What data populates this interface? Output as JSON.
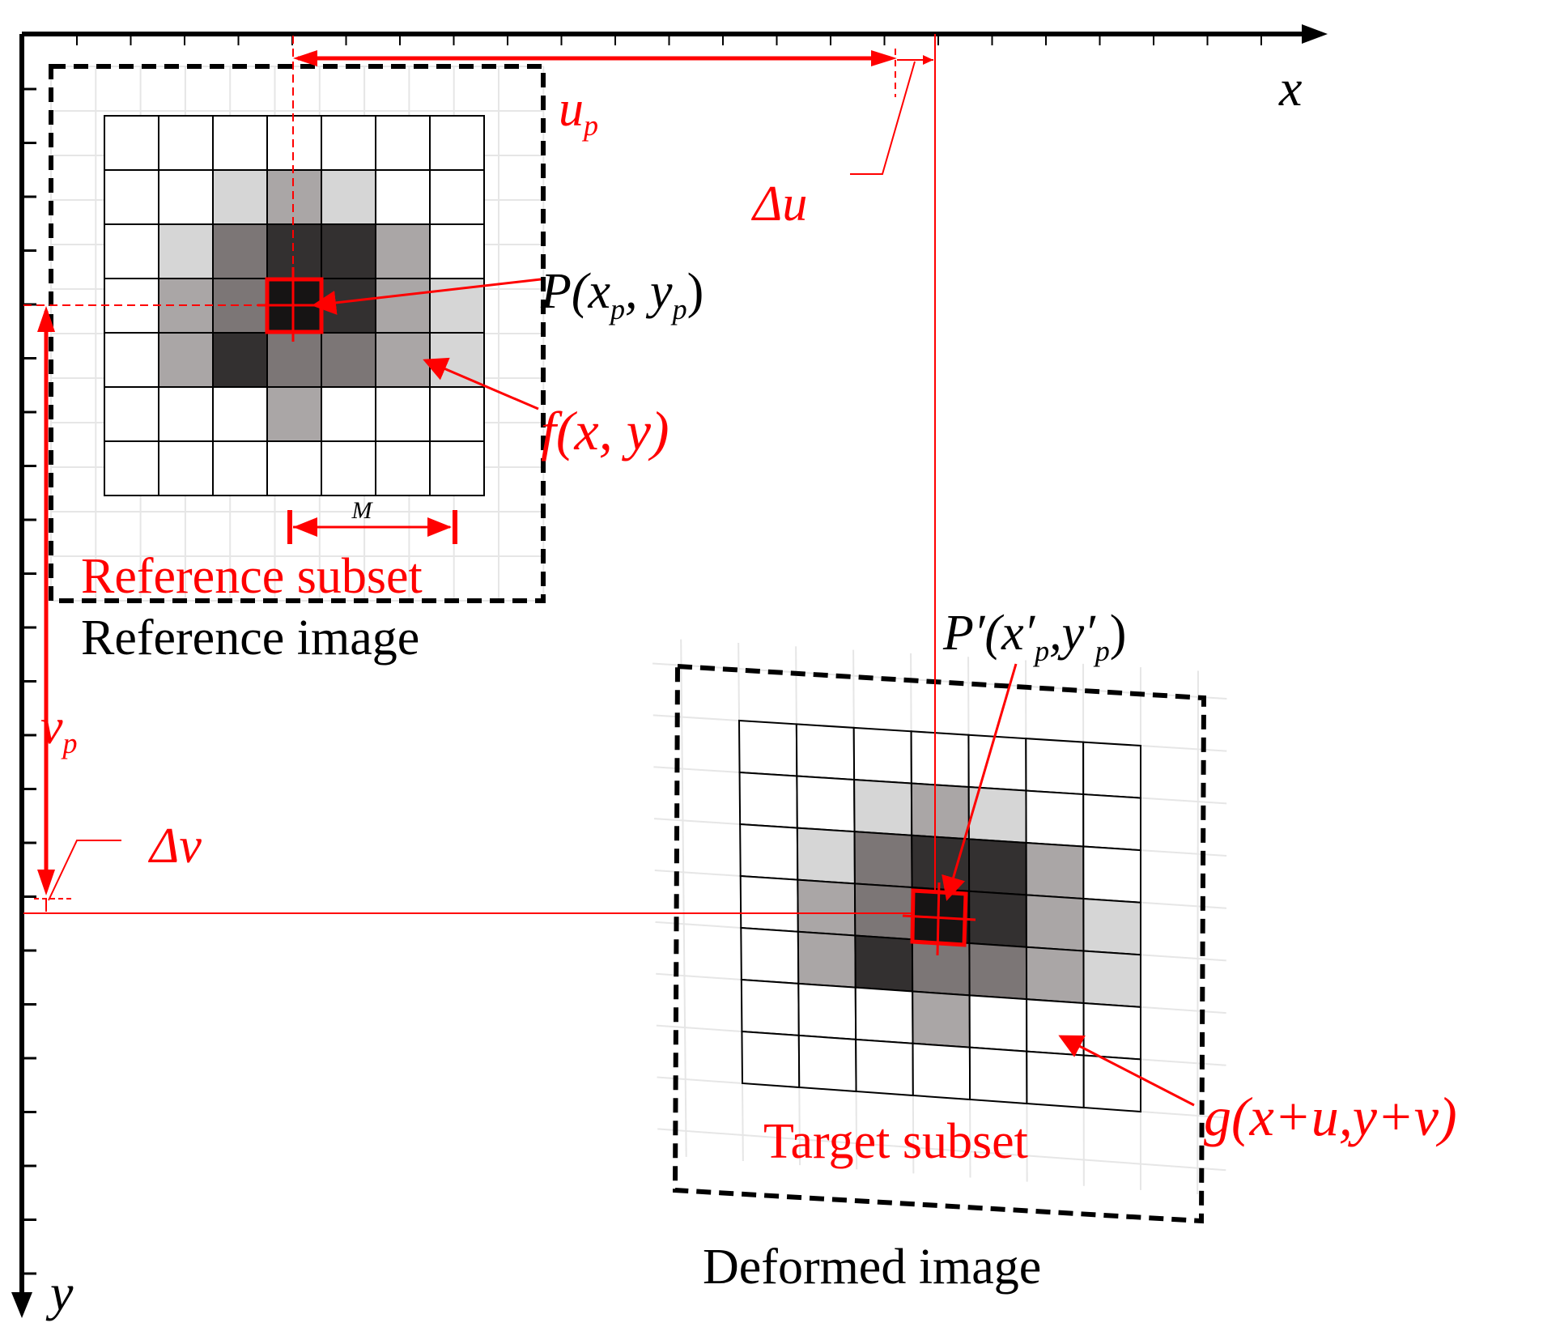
{
  "axes": {
    "x_label": "x",
    "y_label": "y"
  },
  "labels": {
    "up": "u",
    "up_sub": "p",
    "du": "Δu",
    "vp": "v",
    "vp_sub": "p",
    "dv": "Δv",
    "p_point": "P(x",
    "p_point_sub1": "p",
    "p_point_mid": ", y",
    "p_point_sub2": "p",
    "p_point_end": ")",
    "p_prime": "P′(x′",
    "p_prime_sub1": "p",
    "p_prime_mid": ",y′",
    "p_prime_sub2": "p",
    "p_prime_end": ")",
    "f_func": "f(x, y)",
    "g_func": "g(x+u,y+v)",
    "m_label": "M",
    "reference_subset": "Reference subset",
    "reference_image": "Reference image",
    "target_subset": "Target subset",
    "deformed_image": "Deformed image"
  },
  "subset": {
    "size": 7,
    "shades": [
      [
        0,
        0,
        0,
        0,
        0,
        0,
        0
      ],
      [
        0,
        0,
        1,
        2,
        1,
        0,
        0
      ],
      [
        0,
        1,
        3,
        4,
        4,
        2,
        0
      ],
      [
        0,
        2,
        3,
        5,
        4,
        2,
        1
      ],
      [
        0,
        2,
        4,
        3,
        3,
        2,
        1
      ],
      [
        0,
        0,
        0,
        2,
        0,
        0,
        0
      ],
      [
        0,
        0,
        0,
        0,
        0,
        0,
        0
      ]
    ],
    "palette": [
      "#ffffff",
      "#d6d6d6",
      "#aaa6a6",
      "#7c7676",
      "#333030",
      "#161414"
    ]
  },
  "colors": {
    "accent": "#ff0000",
    "ink": "#000000",
    "ghost_grid": "#e6e6e6"
  }
}
